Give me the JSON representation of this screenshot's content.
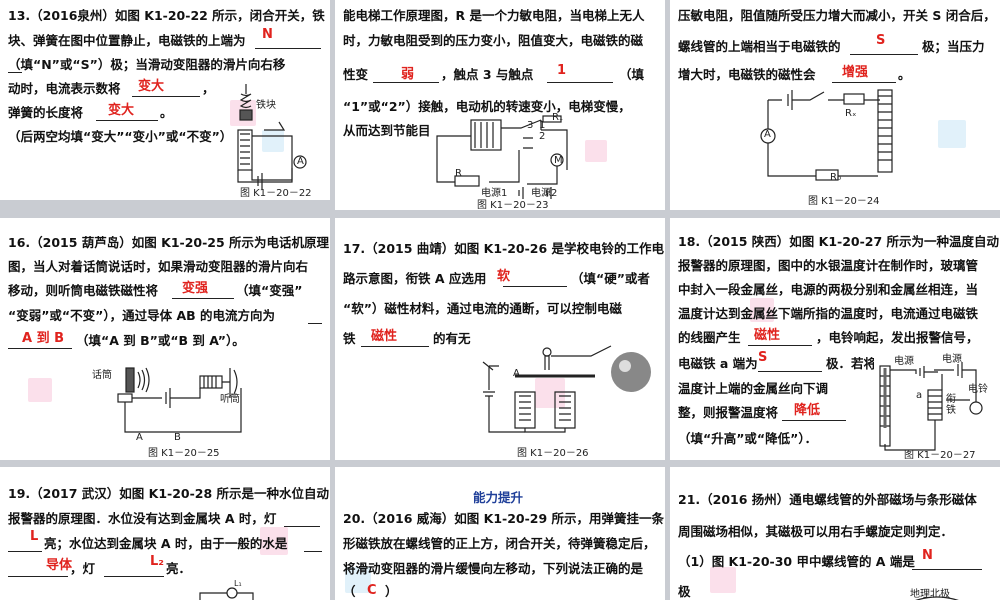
{
  "q13": {
    "lines": [
      "13.（2016泉州）如图 K1-20-22 所示，闭合开关，铁",
      "块、弹簧在图中位置静止，电磁铁的上端为",
      "（填“N”或“S”）极；当滑动变阻器的滑片向右移",
      "动时，电流表示数将",
      "，",
      "弹簧的长度将",
      "。",
      "（后两空均填“变大”“变小”或“不变”）"
    ],
    "answers": [
      "N",
      "变大",
      "变大"
    ],
    "caption": "图 K1－20－22",
    "label_iron": "铁块",
    "label_A": "A"
  },
  "q14": {
    "lines": [
      "能电梯工作原理图，R 是一个力敏电阻，当电梯上无人",
      "时，力敏电阻受到的压力变小，阻值变大，电磁铁的磁",
      "性变",
      "，触点 3 与触点",
      "（填",
      "“1”或“2”）接触，电动机的转速变小，电梯变慢，",
      "从而达到节能目"
    ],
    "answers": [
      "弱",
      "1"
    ],
    "caption": "图 K1－20－23",
    "labels": [
      "R",
      "R₁",
      "1",
      "2",
      "3",
      "M",
      "电源1",
      "电源2"
    ]
  },
  "q15": {
    "lines": [
      "压敏电阻，阻值随所受压力增大而减小，开关 S 闭合后，",
      "螺线管的上端相当于电磁铁的",
      "极；当压力",
      "增大时，电磁铁的磁性会",
      "。"
    ],
    "answers": [
      "S",
      "增强"
    ],
    "caption": "图 K1－20－24",
    "labels": [
      "Rₓ",
      "A",
      "R₀"
    ]
  },
  "q16": {
    "lines": [
      "16.（2015 葫芦岛）如图 K1-20-25 所示为电话机原理",
      "图，当人对着话筒说话时，如果滑动变阻器的滑片向右",
      "移动，则听筒电磁铁磁性将",
      "（填“变强”",
      "“变弱”或“不变”），通过导体 AB 的电流方向为",
      "（填“A 到 B”或“B 到 A”）。"
    ],
    "answers": [
      "变强",
      "A 到 B"
    ],
    "caption": "图 K1－20－25",
    "labels": [
      "话筒",
      "听筒",
      "A",
      "B"
    ]
  },
  "q17": {
    "lines": [
      "17.（2015 曲靖）如图 K1-20-26 是学校电铃的工作电",
      "路示意图，衔铁 A 应选用",
      "（填“硬”或者",
      "“软”）磁性材料，通过电流的通断，可以控制电磁",
      "铁",
      "的有无"
    ],
    "answers": [
      "软",
      "磁性"
    ],
    "caption": "图 K1－20－26",
    "labels": [
      "A"
    ]
  },
  "q18": {
    "lines": [
      "18.（2015 陕西）如图 K1-20-27 所示为一种温度自动",
      "报警器的原理图，图中的水银温度计在制作时，玻璃管",
      "中封入一段金属丝，电源的两极分别和金属丝相连，当",
      "温度计达到金属丝下端所指的温度时，电流通过电磁铁",
      "的线圈产生",
      "，电铃响起，发出报警信号，",
      "电磁铁 a 端为",
      "极．若将",
      "温度计上端的金属丝向下调",
      "整，则报警温度将",
      "（填“升高”或“降低”）．"
    ],
    "answers": [
      "磁性",
      "S",
      "降低"
    ],
    "caption": "图 K1－20－27",
    "labels": [
      "电源",
      "电源",
      "a",
      "衔铁",
      "电铃"
    ]
  },
  "q19": {
    "lines": [
      "19.（2017 武汉）如图 K1-20-28 所示是一种水位自动",
      "报警器的原理图．水位没有达到金属块 A 时，灯",
      "亮；水位达到金属块 A 时，由于一般的水是",
      "，灯",
      "亮．"
    ],
    "answers": [
      "L",
      "导体",
      "L₂"
    ],
    "labels": [
      "L₁"
    ]
  },
  "q20": {
    "header": "能力提升",
    "lines": [
      "20.（2016 威海）如图 K1-20-29 所示，用弹簧挂一条",
      "形磁铁放在螺线管的正上方，闭合开关，待弹簧稳定后，",
      "将滑动变阻器的滑片缓慢向左移动，下列说法正确的是",
      "（",
      "）"
    ],
    "answers": [
      "C"
    ]
  },
  "q21": {
    "lines": [
      "21.（2016 扬州）通电螺线管的外部磁场与条形磁体",
      "周围磁场相似，其磁极可以用右手螺旋定则判定．",
      "（1）图 K1-20-30 甲中螺线管的 A 端是",
      "极"
    ],
    "answers": [
      "N"
    ],
    "labels": [
      "地理北极"
    ]
  }
}
